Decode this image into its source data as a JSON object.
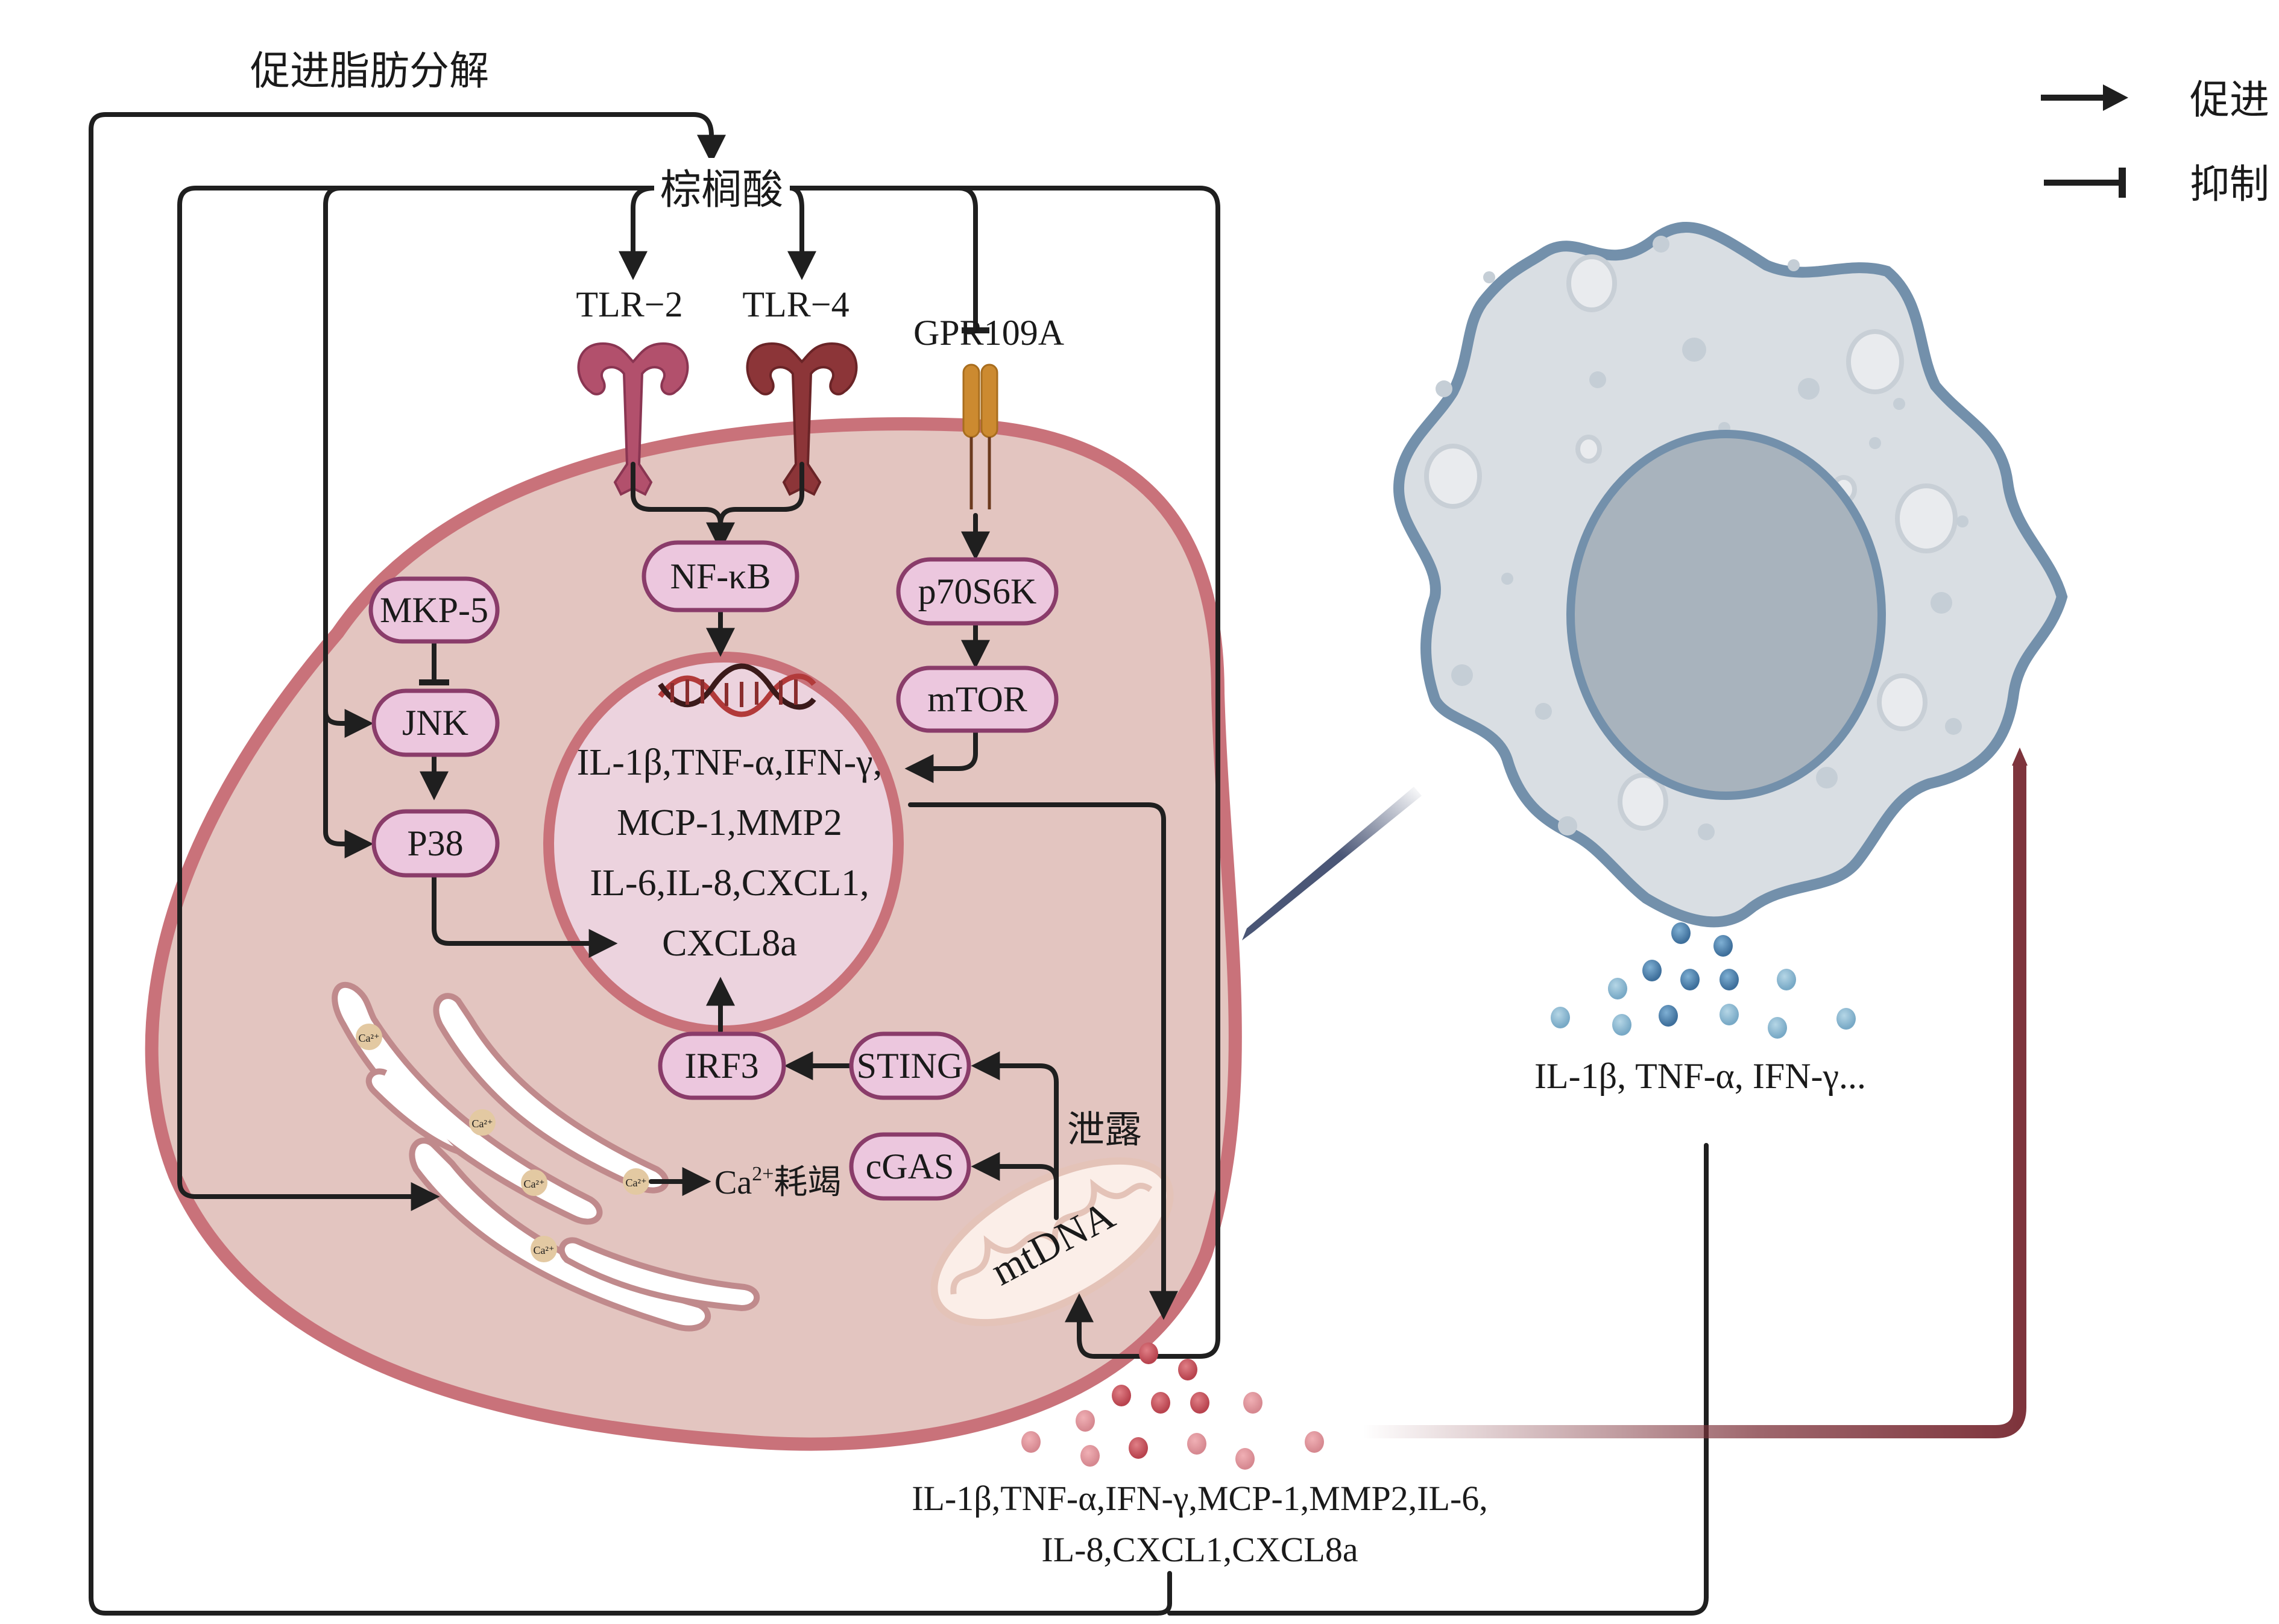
{
  "top_label": "促进脂肪分解",
  "source": "棕榈酸",
  "receptors": {
    "tlr2": "TLR−2",
    "tlr4": "TLR−4",
    "gpr109a": "GPR109A"
  },
  "nodes": {
    "nfkb": "NF-κB",
    "p70s6k": "p70S6K",
    "mtor": "mTOR",
    "mkp5": "MKP-5",
    "jnk": "JNK",
    "p38": "P38",
    "irf3": "IRF3",
    "sting": "STING",
    "cgas": "cGAS"
  },
  "nucleus_lines": [
    "IL-1β,TNF-α,IFN-γ,",
    "MCP-1,MMP2",
    "IL-6,IL-8,CXCL1,",
    "CXCL8a"
  ],
  "ca_label": "Ca",
  "ca_sup": "2+",
  "ca_depletion": "耗竭",
  "ca_ion": "Ca²⁺",
  "mtdna": "mtDNA",
  "leak_label": "泄露",
  "secreted_lines": [
    "IL-1β,TNF-α,IFN-γ,MCP-1,MMP2,IL-6,",
    "IL-8,CXCL1,CXCL8a"
  ],
  "macrophage_label": "IL-1β, TNF-α, IFN-γ...",
  "legend": [
    {
      "symbol": "arrow",
      "label": "促进"
    },
    {
      "symbol": "inhibit",
      "label": "抑制"
    }
  ],
  "colors": {
    "cell_fill": "#e3c5c0",
    "cell_stroke": "#c9727a",
    "node_fill": "#ecc7de",
    "node_stroke": "#8a3c6a",
    "macrophage_fill": "#d9dee3",
    "macrophage_stroke": "#7390ab",
    "macrophage_nucleus": "#a8b3bd",
    "cytokine_red": "#c0545e",
    "cytokine_blue": "#5b8db5",
    "feedback_arrow": "#7e343c",
    "tlr2": "#b2506c",
    "tlr4": "#8c3538",
    "gpr109a": "#cc8a30"
  }
}
